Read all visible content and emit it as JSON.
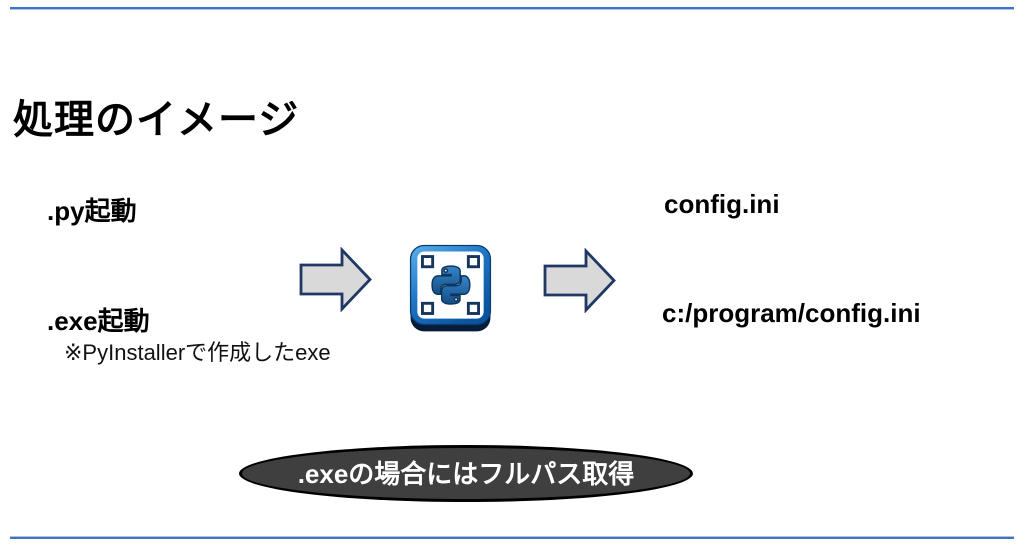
{
  "slide": {
    "title": "処理のイメージ"
  },
  "diagram": {
    "inputs": [
      {
        "label": ".py起動"
      },
      {
        "label": ".exe起動",
        "note": "※PyInstallerで作成したexe"
      }
    ],
    "outputs": [
      {
        "label": "config.ini"
      },
      {
        "label": "c:/program/config.ini"
      }
    ],
    "icons": {
      "left_arrow": "block-arrow-right",
      "center": "python-app-icon",
      "right_arrow": "block-arrow-right"
    }
  },
  "callout": {
    "label": ".exeの場合にはフルパス取得"
  },
  "colors": {
    "accent_line": "#4472C4",
    "accent_line_light": "#A9C2EA",
    "arrow_fill": "#D9D9D9",
    "arrow_border": "#1F3864",
    "callout_fill": "#3F3F3F",
    "callout_border": "#000000",
    "callout_text": "#FFFFFF",
    "python_icon_blue": "#1E6BB8",
    "python_icon_navy": "#10365E",
    "text_color": "#000000"
  }
}
